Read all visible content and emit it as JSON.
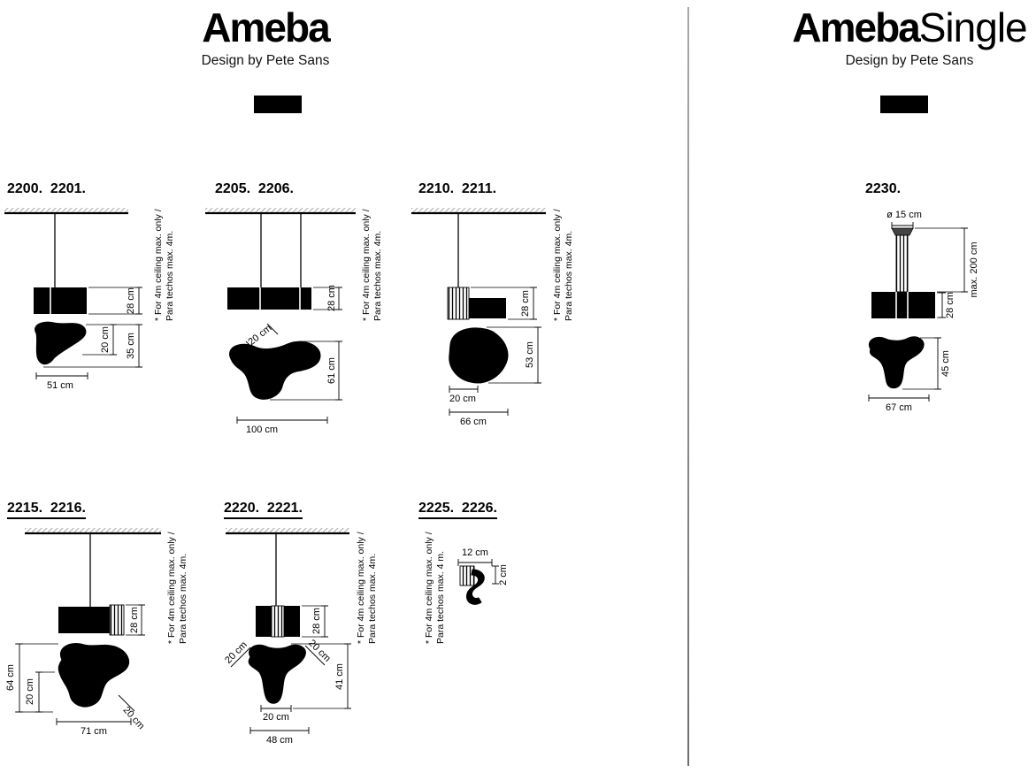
{
  "header_left": {
    "title": "Ameba",
    "subtitle": "Design by Pete Sans"
  },
  "header_right": {
    "title_bold": "Ameba",
    "title_light": "Single",
    "subtitle": "Design by Pete Sans"
  },
  "diagrams": {
    "d2200": {
      "label": "2200.  2201.",
      "fixture_height": "28 cm",
      "shade_height": "20 cm",
      "total_height": "35 cm",
      "width": "51 cm",
      "note1": "* For 4m ceiling max. only /",
      "note2": "Para techos max. 4m."
    },
    "d2205": {
      "label": "2205.  2206.",
      "fixture_height": "28 cm",
      "arm_width": "20 cm",
      "shade_height": "61 cm",
      "width": "100 cm",
      "note1": "* For 4m ceiling max. only /",
      "note2": "Para techos max. 4m."
    },
    "d2210": {
      "label": "2210.  2211.",
      "fixture_height": "28 cm",
      "arm_width": "20 cm",
      "shade_height": "53 cm",
      "width": "66 cm",
      "note1": "* For 4m ceiling max. only /",
      "note2": "Para techos max. 4m."
    },
    "d2215": {
      "label": "2215.  2216.",
      "fixture_height": "28 cm",
      "total_height": "64 cm",
      "shade_height": "20 cm",
      "width": "71 cm",
      "arm_width": "20 cm",
      "note1": "* For 4m ceiling max. only /",
      "note2": "Para techos max. 4m."
    },
    "d2220": {
      "label": "2220.  2221.",
      "fixture_height": "28 cm",
      "arm_left": "20 cm",
      "arm_right": "20 cm",
      "total_height": "41 cm",
      "arm_bottom": "20 cm",
      "width": "48 cm",
      "note1": "* For 4m ceiling max. only /",
      "note2": "Para techos max. 4m."
    },
    "d2225": {
      "label": "2225.  2226.",
      "width": "12 cm",
      "height": "2 cm",
      "note1": "* For 4m ceiling max. only /",
      "note2": "Para techos max. 4 m."
    },
    "d2230": {
      "label": "2230.",
      "canopy": "ø 15 cm",
      "drop": "max. 200 cm",
      "fixture_height": "28 cm",
      "shade_height": "45 cm",
      "width": "67 cm"
    }
  }
}
